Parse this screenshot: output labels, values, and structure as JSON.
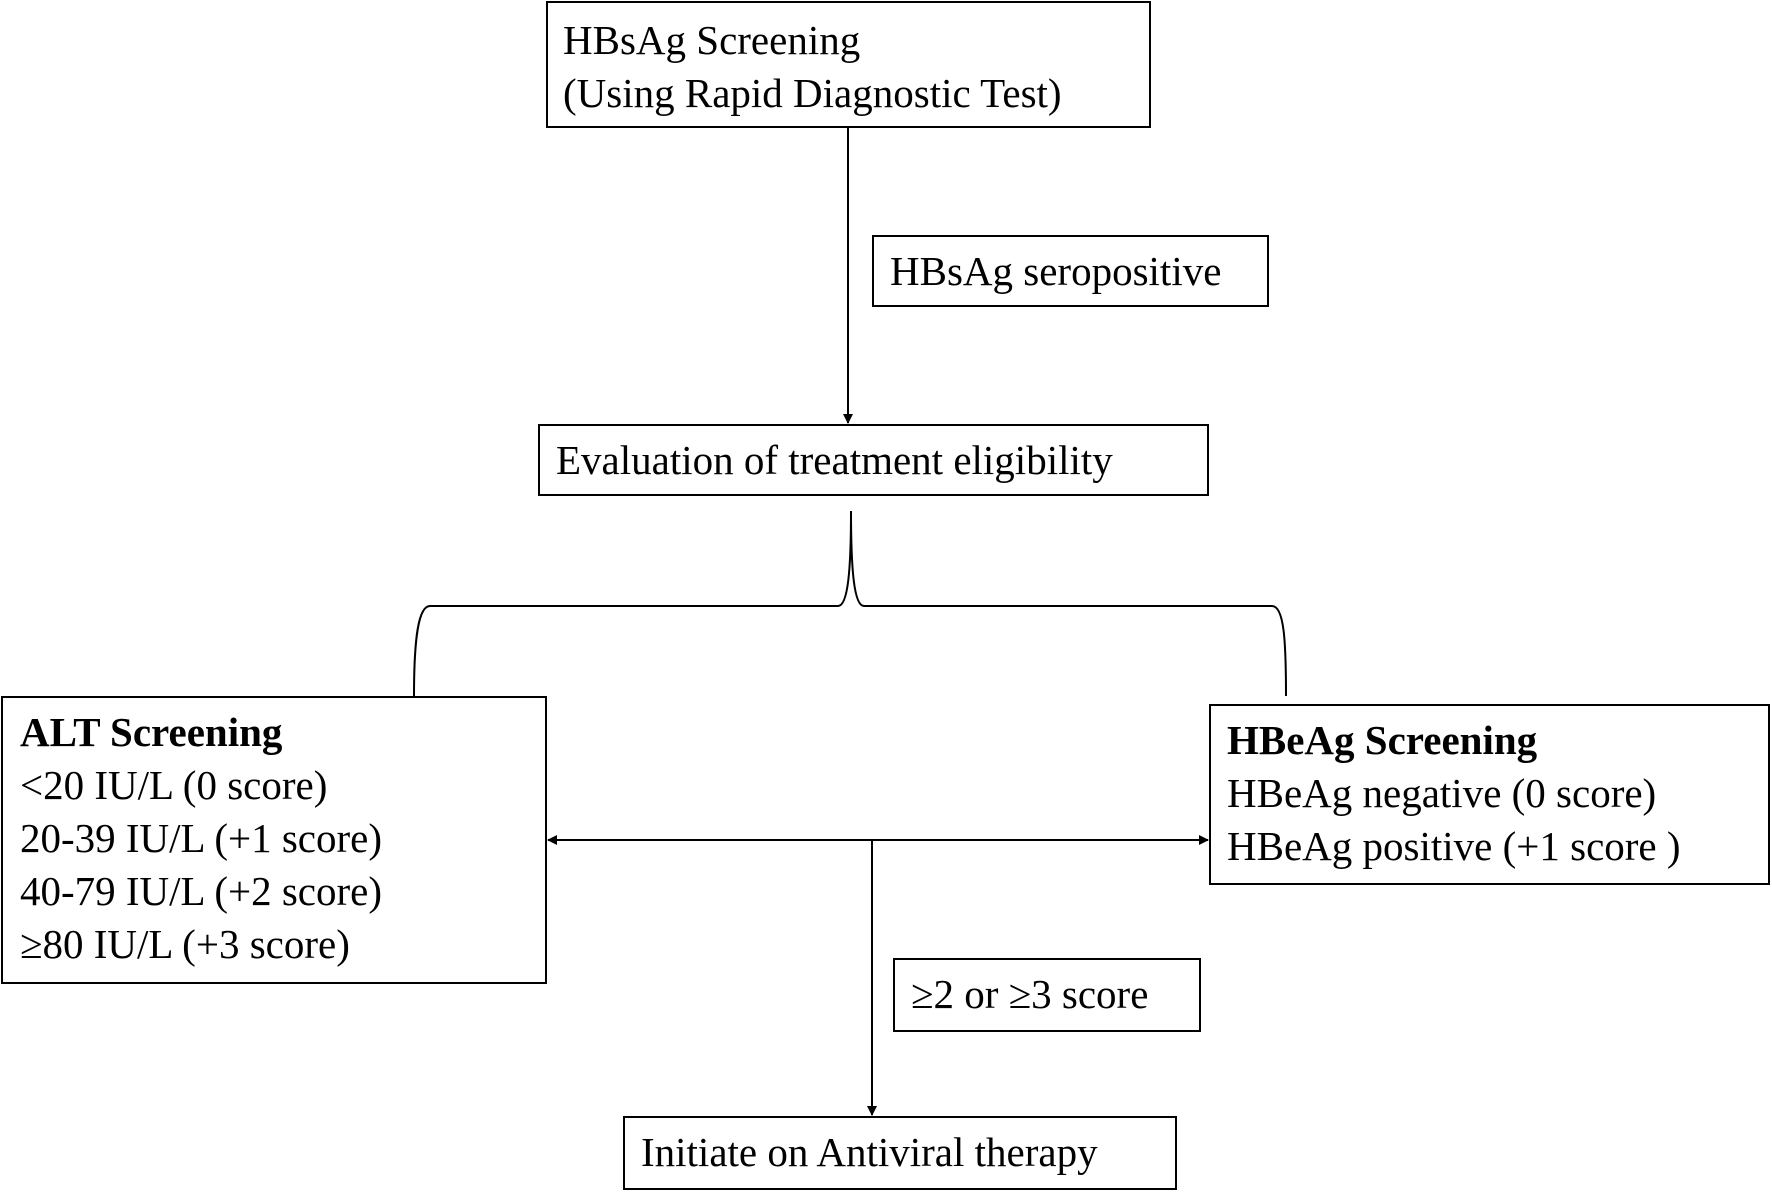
{
  "screening": {
    "line1": "HBsAg Screening",
    "line2": "(Using Rapid Diagnostic Test)"
  },
  "seropositive": "HBsAg seropositive",
  "evaluation": "Evaluation of treatment eligibility",
  "alt": {
    "title": "ALT Screening",
    "items": [
      "<20 IU/L (0 score)",
      "20-39 IU/L (+1 score)",
      "40-79 IU/L (+2 score)",
      "≥80 IU/L (+3 score)"
    ]
  },
  "hbeag": {
    "title": "HBeAg Screening",
    "items": [
      "HBeAg negative (0 score)",
      "HBeAg positive (+1 score )"
    ]
  },
  "score_threshold": "≥2 or ≥3 score",
  "initiate": "Initiate on Antiviral therapy"
}
